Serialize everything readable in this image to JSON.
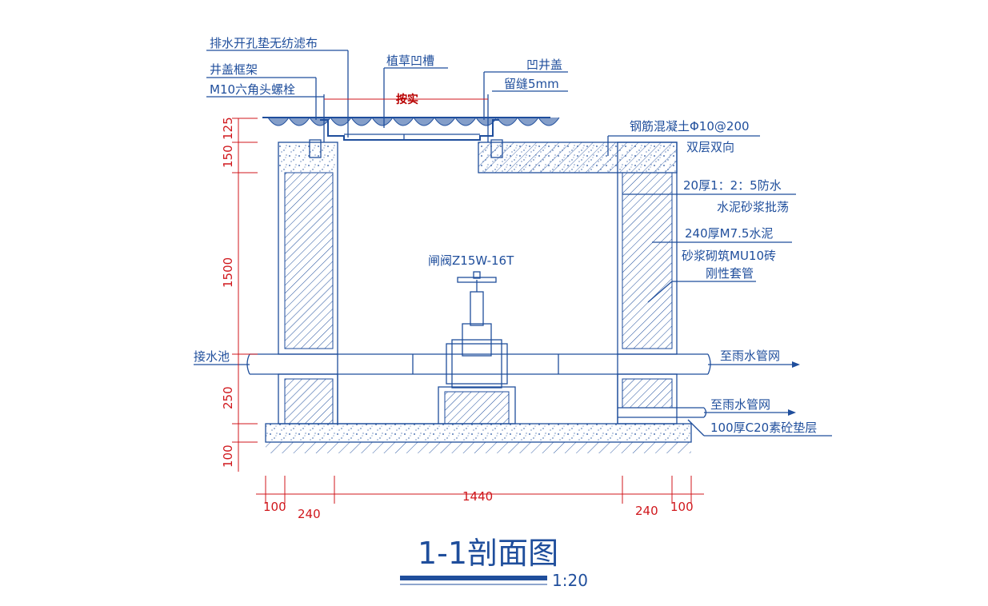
{
  "labels": {
    "geotextile": "排水开孔垫无纺滤布",
    "frame": "井盖框架",
    "bolt": "M10六角头螺栓",
    "grass_groove": "植草凹槽",
    "press": "按实",
    "cover": "凹井盖",
    "gap": "留缝5mm",
    "slab_1": "钢筋混凝土Φ10@200",
    "slab_2": "双层双向",
    "plaster_1": "20厚1：2：5防水",
    "plaster_2": "水泥砂浆批荡",
    "masonry_1": "240厚M7.5水泥",
    "masonry_2": "砂浆砌筑MU10砖",
    "masonry_3": "刚性套管",
    "valve": "闸阀Z15W-16T",
    "inlet": "接水池",
    "outlet_1": "至雨水管网",
    "outlet_2": "至雨水管网",
    "cushion": "100厚C20素砼垫层"
  },
  "dimensions": {
    "v_125": "125",
    "v_150": "150",
    "v_1500": "1500",
    "v_250": "250",
    "v_100": "100",
    "h_100_left": "100",
    "h_240_left": "240",
    "h_1440": "1440",
    "h_240_right": "240",
    "h_100_right": "100"
  },
  "title": {
    "name": "1-1剖面图",
    "scale": "1:20"
  },
  "colors": {
    "line": "#1f4e9c",
    "dimension": "#d0171c"
  }
}
